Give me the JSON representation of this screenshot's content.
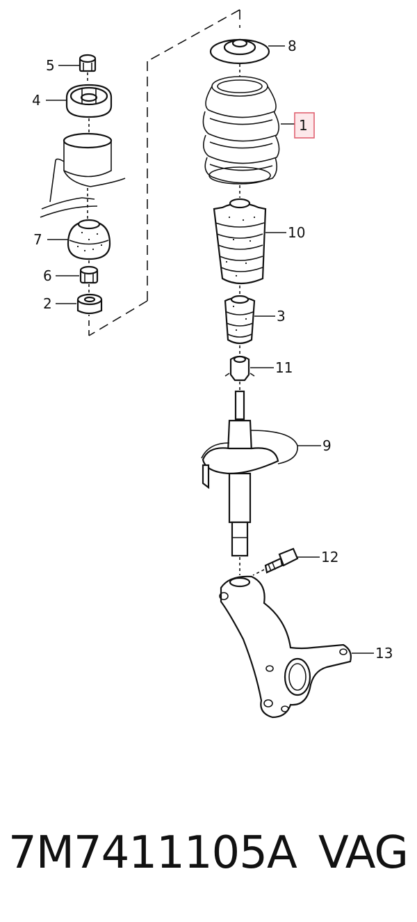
{
  "callouts": {
    "c1": "1",
    "c2": "2",
    "c3": "3",
    "c4": "4",
    "c5": "5",
    "c6": "6",
    "c7": "7",
    "c8": "8",
    "c9": "9",
    "c10": "10",
    "c11": "11",
    "c12": "12",
    "c13": "13"
  },
  "highlighted_callout": "1",
  "highlight_color": "#e06070",
  "footer": {
    "part_number": "7M7411105A",
    "brand": "VAG"
  }
}
